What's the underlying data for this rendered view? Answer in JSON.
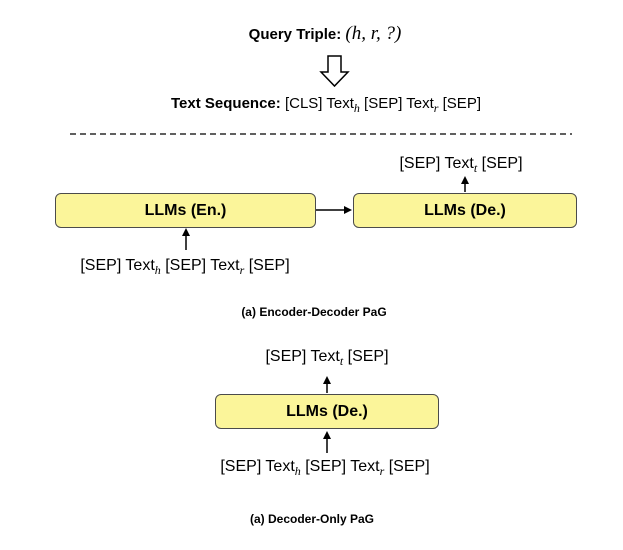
{
  "query": {
    "label": "Query Triple:",
    "value": "(h, r, ?)"
  },
  "text_sequence": {
    "label": "Text Sequence:",
    "prefix": "[CLS] Text",
    "sub_h": "h",
    "mid": " [SEP] Text",
    "sub_r": "r",
    "suffix": " [SEP]"
  },
  "encoder_decoder": {
    "encoder_label": "LLMs (En.)",
    "decoder_label": "LLMs (De.)",
    "input": {
      "prefix": "[SEP] Text",
      "sub_h": "h",
      "mid": " [SEP] Text",
      "sub_r": "r",
      "suffix": " [SEP]"
    },
    "output": {
      "prefix": "[SEP] Text",
      "sub_t": "t",
      "suffix": " [SEP]"
    },
    "caption": "(a) Encoder-Decoder PaG"
  },
  "decoder_only": {
    "decoder_label": "LLMs (De.)",
    "input": {
      "prefix": "[SEP] Text",
      "sub_h": "h",
      "mid": " [SEP] Text",
      "sub_r": "r",
      "suffix": " [SEP]"
    },
    "output": {
      "prefix": "[SEP] Text",
      "sub_t": "t",
      "suffix": " [SEP]"
    },
    "caption": "(a) Decoder-Only PaG"
  },
  "colors": {
    "box_fill": "#fbf59a",
    "box_border": "#4b4b4b",
    "line": "#000000"
  },
  "icons": {
    "down_arrow": "hollow-down-arrow-icon"
  }
}
